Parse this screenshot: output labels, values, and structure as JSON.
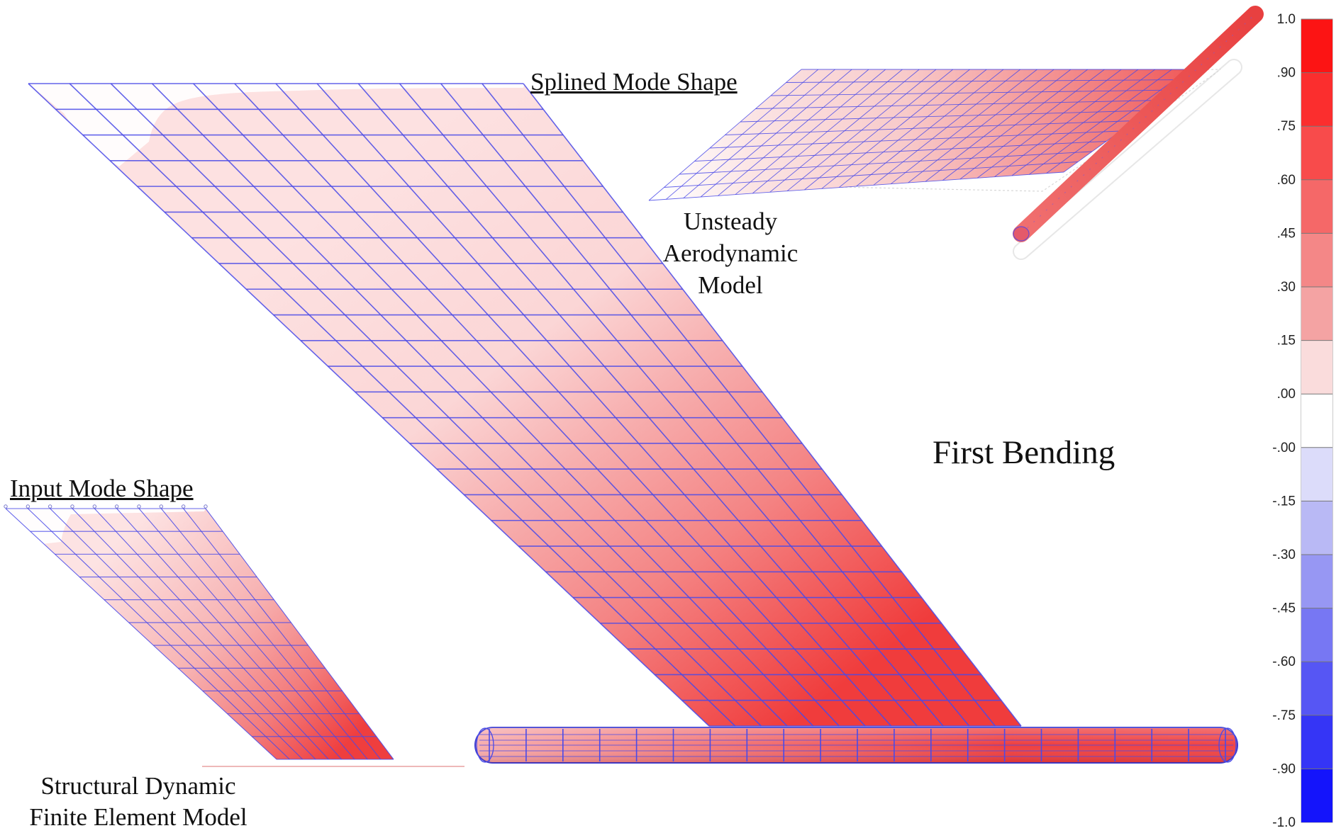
{
  "labels": {
    "splined_mode_shape": "Splined Mode Shape",
    "input_mode_shape": "Input Mode Shape",
    "unsteady_aero": [
      "Unsteady",
      "Aerodynamic",
      "Model"
    ],
    "structural_fe": [
      "Structural Dynamic",
      "Finite Element Model"
    ],
    "mode_name": "First Bending"
  },
  "legend": {
    "ticks": [
      "1.0",
      ".90",
      ".75",
      ".60",
      ".45",
      ".30",
      ".15",
      ".00",
      "-.00",
      "-.15",
      "-.30",
      "-.45",
      "-.60",
      "-.75",
      "-.90",
      "-1.0"
    ],
    "bands": [
      "#fc1414",
      "#fb2e2e",
      "#f84b4b",
      "#f56868",
      "#f48787",
      "#f4a3a3",
      "#fadcdc",
      "#ffffff",
      "#dcdcfa",
      "#b9b9f5",
      "#9797f3",
      "#7777f3",
      "#5656f4",
      "#3535f6",
      "#1414fb"
    ]
  },
  "colors": {
    "mesh": "#4a4ae8",
    "hot": "#f03a3a",
    "pale": "#fde3e3"
  }
}
